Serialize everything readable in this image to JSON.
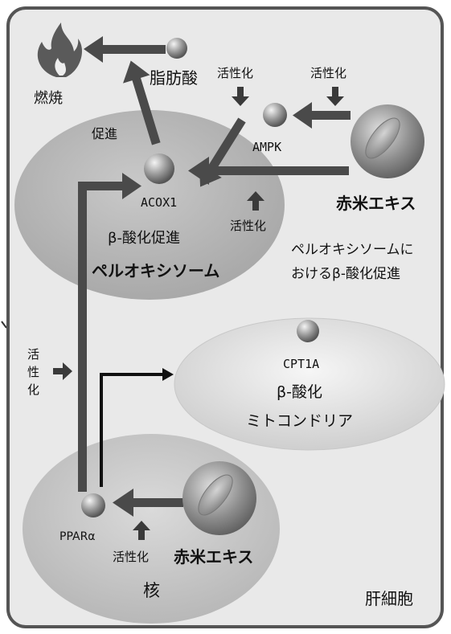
{
  "labels": {
    "burn": "燃焼",
    "fatty_acid": "脂肪酸",
    "promote": "促進",
    "activate_top1": "活性化",
    "activate_top2": "活性化",
    "activate_mid": "活性化",
    "activate_side": [
      "活",
      "性",
      "化"
    ],
    "activate_bottom": "活性化",
    "ampk": "AMPK",
    "acox1": "ACOX1",
    "beta_oxidation_promote": "β-酸化促進",
    "peroxisome": "ペルオキシソーム",
    "red_rice_extract_top": "赤米エキス",
    "peroxisome_note_line1": "ペルオキシソームに",
    "peroxisome_note_line2": "おけるβ-酸化促進",
    "cpt1a": "CPT1A",
    "beta_oxidation": "β-酸化",
    "mitochondria": "ミトコンドリア",
    "ppar": "PPARα",
    "red_rice_extract_bottom": "赤米エキス",
    "nucleus": "核",
    "liver_cell": "肝細胞"
  },
  "colors": {
    "cell_fill": "#e9e9e9",
    "cell_border": "#5a5a5a",
    "organelle": "#b5b5b5",
    "arrow": "#4a4a4a",
    "black_arrow": "#111111"
  }
}
